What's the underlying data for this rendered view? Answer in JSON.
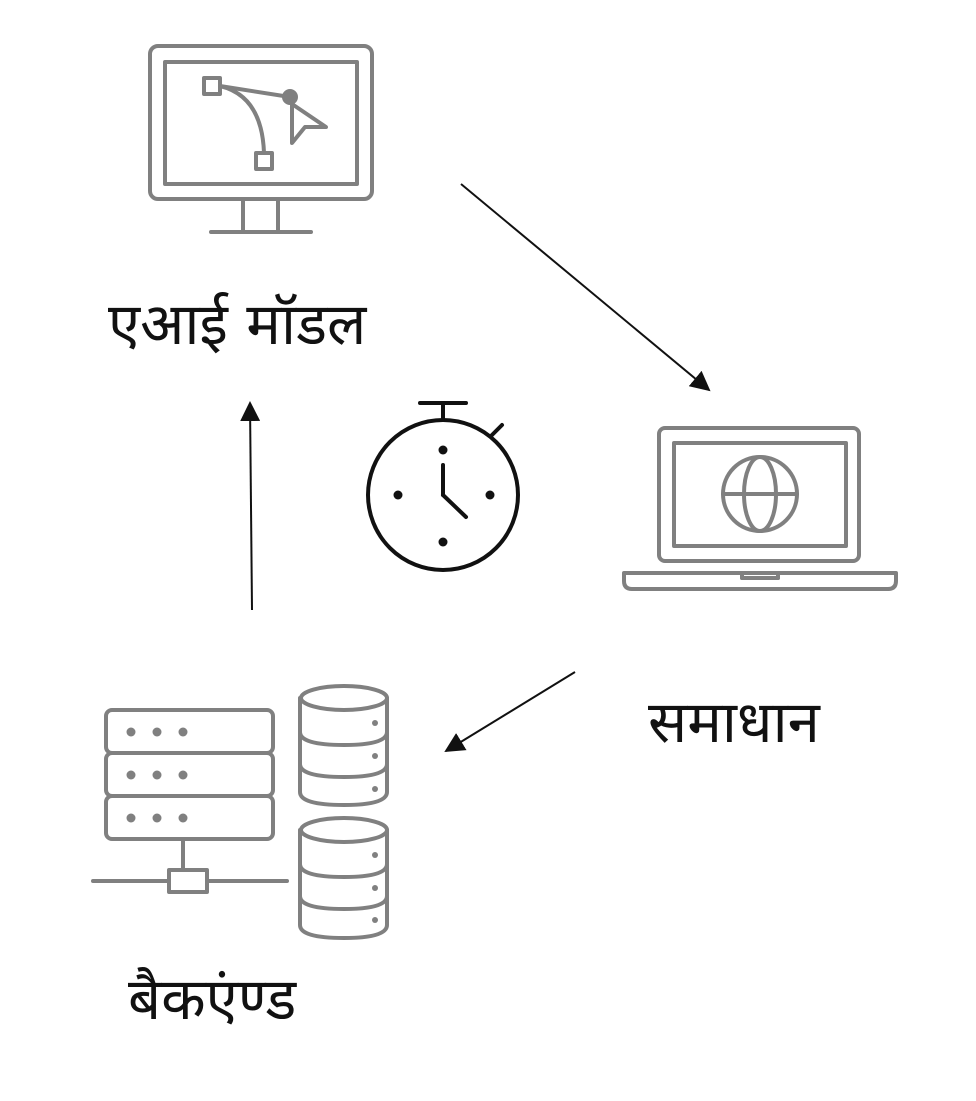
{
  "colors": {
    "icon_gray": "#808080",
    "arrow_black": "#111111",
    "text_black": "#111111",
    "background": "#ffffff"
  },
  "nodes": {
    "ai_model": {
      "label": "एआई मॉडल",
      "icon": "monitor-bezier-pen-icon"
    },
    "solution": {
      "label": "समाधान",
      "icon": "laptop-globe-icon"
    },
    "backend": {
      "label": "बैकएंण्ड",
      "icon": "server-database-icon"
    }
  },
  "center_icon": "stopwatch-icon",
  "flow": [
    {
      "from": "ai_model",
      "to": "solution"
    },
    {
      "from": "solution",
      "to": "backend"
    },
    {
      "from": "backend",
      "to": "ai_model"
    }
  ]
}
